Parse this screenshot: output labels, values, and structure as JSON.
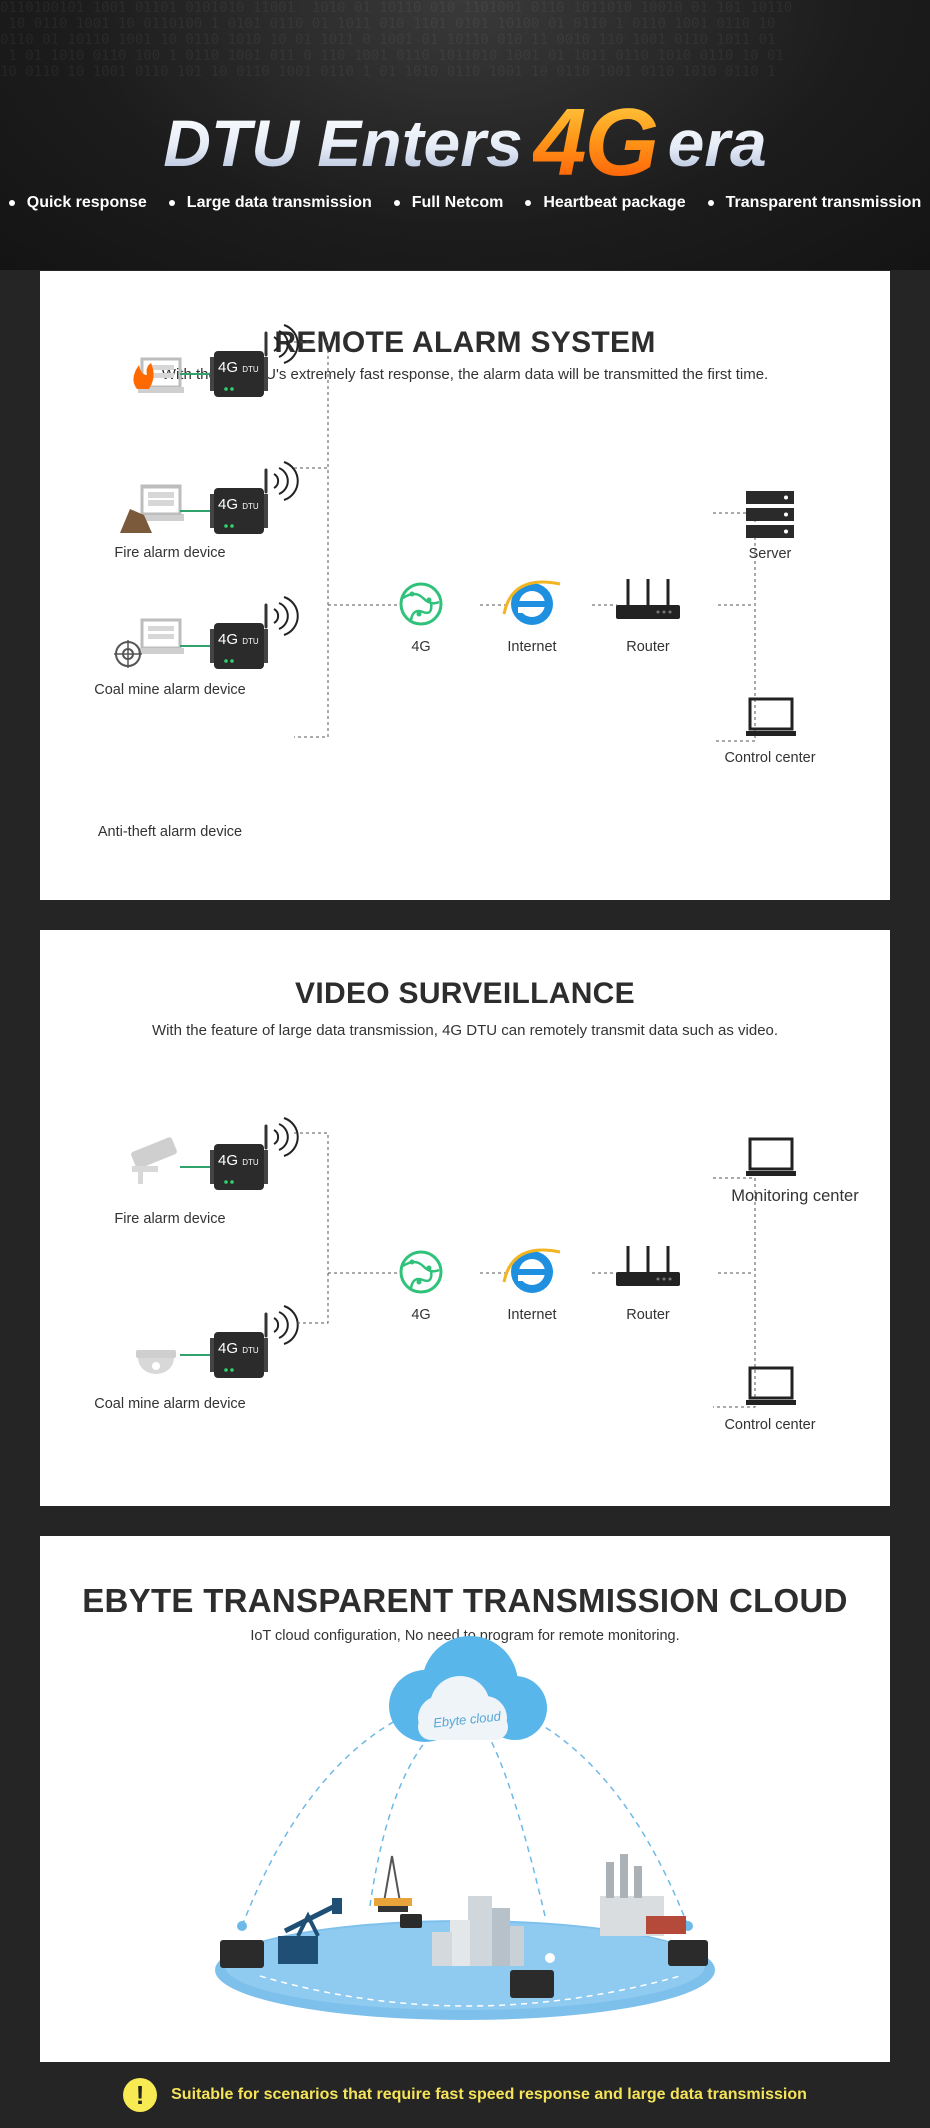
{
  "header": {
    "title_part1": "DTU Enters",
    "title_highlight": "4G",
    "title_part2": "era",
    "features": [
      "Quick response",
      "Large data transmission",
      "Full Netcom",
      "Heartbeat package",
      "Transparent transmission"
    ]
  },
  "remote_alarm": {
    "title": "REMOTE ALARM SYSTEM",
    "subtitle": "With the 4G DTU's extremely fast response, the alarm data will be transmitted the first time.",
    "devices": [
      "Fire alarm device",
      "Coal mine alarm device",
      "Anti-theft alarm device"
    ],
    "dtu_label": "4G",
    "dtu_small": "DTU",
    "network": [
      "4G",
      "Internet",
      "Router"
    ],
    "endpoints": [
      "Server",
      "Control center"
    ]
  },
  "video": {
    "title": "VIDEO SURVEILLANCE",
    "subtitle": "With the feature of large data transmission, 4G DTU can remotely transmit data such as video.",
    "devices": [
      "Fire alarm device",
      "Coal mine alarm device"
    ],
    "network": [
      "4G",
      "Internet",
      "Router"
    ],
    "endpoints": [
      "Monitoring center",
      "Control center"
    ]
  },
  "cloud": {
    "title": "EBYTE TRANSPARENT TRANSMISSION CLOUD",
    "subtitle": "IoT cloud configuration, No need to program for remote monitoring.",
    "cloud_label": "Ebyte cloud"
  },
  "footer": {
    "icon": "!",
    "text": "Suitable for scenarios that require fast speed response and large data transmission"
  },
  "colors": {
    "accent_orange": "#ff7a00",
    "globe_green": "#2fc27a",
    "ie_blue": "#1f8fe0",
    "footer_yellow": "#f5e35a",
    "cloud_blue": "#58b6ea"
  }
}
